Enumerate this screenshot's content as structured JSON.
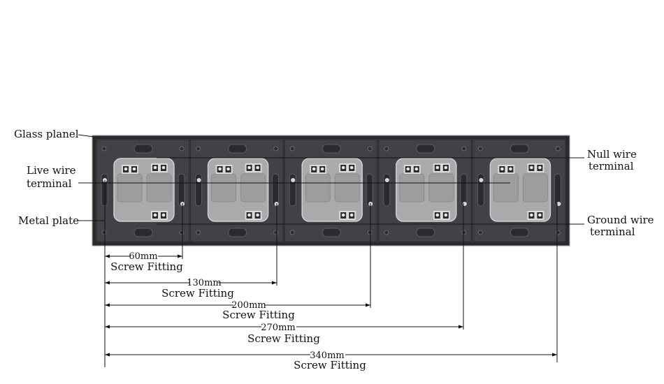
{
  "labels": {
    "glass_panel": "Glass planel",
    "live_wire_line1": "Live wire",
    "live_wire_line2": "terminal",
    "metal_plate": "Metal plate",
    "null_wire_line1": "Null wire",
    "null_wire_line2": "terminal",
    "ground_wire_line1": "Ground wire",
    "ground_wire_line2": "terminal"
  },
  "module_count": 5,
  "dimensions": [
    {
      "value": "60mm",
      "caption": "Screw Fitting"
    },
    {
      "value": "130mm",
      "caption": "Screw Fitting"
    },
    {
      "value": "200mm",
      "caption": "Screw Fitting"
    },
    {
      "value": "270mm",
      "caption": "Screw Fitting"
    },
    {
      "value": "340mm",
      "caption": "Screw Fitting"
    }
  ],
  "colors": {
    "frame": "#2b2b2d",
    "plate": "#3b3c40",
    "socket_body": "#a9aaac",
    "socket_pad": "#9c9d9f",
    "terminal": "#dcdcdc",
    "line": "#111111"
  }
}
